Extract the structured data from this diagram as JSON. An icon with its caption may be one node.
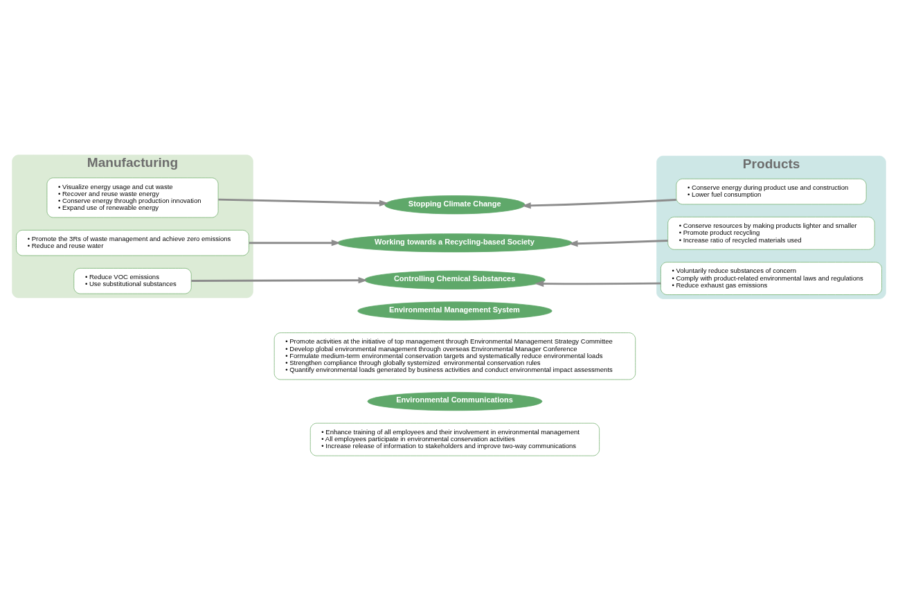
{
  "diagram": {
    "nodes": [
      {
        "text": [
          "Manufacturing"
        ]
      },
      {
        "text": [
          "Products"
        ]
      },
      {
        "text": [
          "• Visualize energy usage and cut waste",
          "• Recover and reuse waste energy",
          "• Conserve energy through production innovation",
          "• Expand use of renewable energy"
        ],
        "in": 0
      },
      {
        "text": [
          "Stopping Climate Change"
        ]
      },
      {
        "text": [
          "• Conserve energy during product use and construction",
          "• Lower fuel consumption"
        ],
        "in": 1
      },
      {
        "text": [
          "• Promote the 3Rs of waste management and achieve zero emissions",
          "• Reduce and reuse water"
        ],
        "in": 0
      },
      {
        "text": [
          "Working towards a Recycling-based Society"
        ]
      },
      {
        "text": [
          "• Conserve resources by making products lighter and smaller",
          "• Promote product recycling",
          "• Increase ratio of recycled materials used"
        ],
        "in": 1
      },
      {
        "text": [
          "• Reduce VOC emissions",
          "• Use substitutional substances"
        ],
        "in": 0
      },
      {
        "text": [
          "Controlling Chemical Substances"
        ]
      },
      {
        "text": [
          "• Voluntarily reduce substances of concern",
          "• Comply with product-related environmental laws and regulations",
          "• Reduce exhaust gas emissions"
        ],
        "in": 1
      },
      {
        "text": [
          "Environmental Management System"
        ]
      },
      {
        "text": [
          "• Promote activities at the initiative of top management through Environmental Management Strategy Committee",
          "• Develop global environmental management through overseas Environmental Manager Conference",
          "• Formulate medium-term environmental conservation targets and systematically reduce environmental loads",
          "• Strengthen compliance through globally systemized  environmental conservation rules",
          "• Quantify environmental loads generated by business activities and conduct environmental impact assessments"
        ]
      },
      {
        "text": [
          "Environmental Communications"
        ]
      },
      {
        "text": [
          "• Enhance training of all employees and their involvement in environmental management",
          "• All employees participate in environmental conservation activities",
          "• Increase release of information to stakeholders and improve two-way communications"
        ]
      }
    ],
    "edges": [
      {
        "from": 2,
        "to": 3,
        "arrow": "to"
      },
      {
        "from": 4,
        "to": 3,
        "arrow": "to"
      },
      {
        "from": 5,
        "to": 6,
        "arrow": "to"
      },
      {
        "from": 7,
        "to": 6,
        "arrow": "to"
      },
      {
        "from": 8,
        "to": 9,
        "arrow": "to"
      },
      {
        "from": 10,
        "to": 9,
        "arrow": "to"
      }
    ]
  }
}
